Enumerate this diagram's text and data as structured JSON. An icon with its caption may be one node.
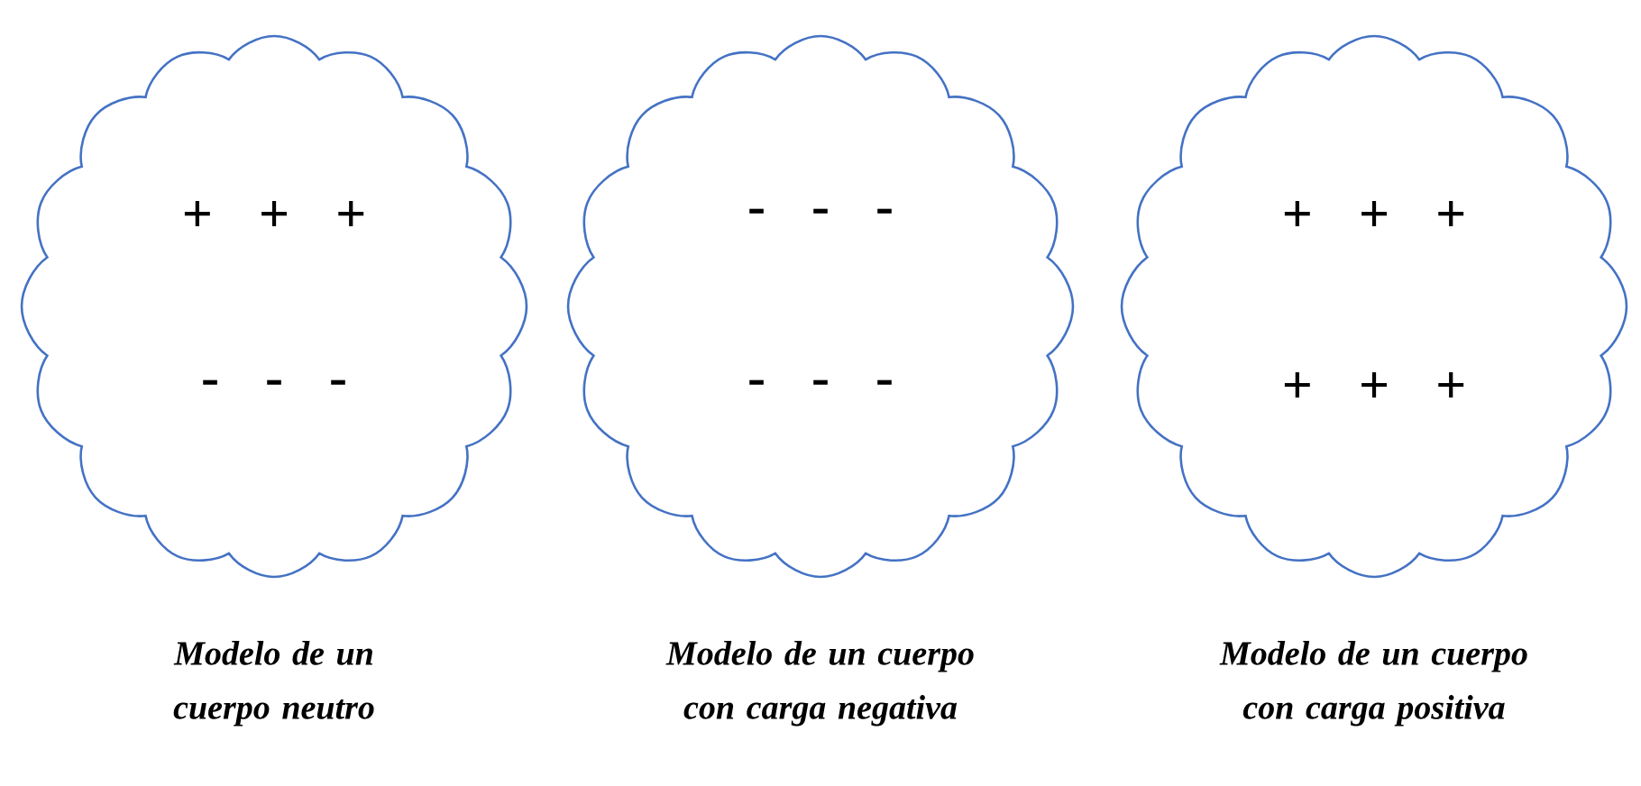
{
  "diagram": {
    "nodes": [
      {
        "text": [
          "+ + +",
          "- - -"
        ],
        "beside": [
          "Modelo de un cuerpo neutro"
        ]
      },
      {
        "text": [
          "- - -",
          "- - -"
        ],
        "beside": [
          "Modelo de un cuerpo con carga negativa"
        ]
      },
      {
        "text": [
          "+ + +",
          "+ + +"
        ],
        "beside": [
          "Modelo de un cuerpo con carga positiva"
        ]
      }
    ]
  }
}
